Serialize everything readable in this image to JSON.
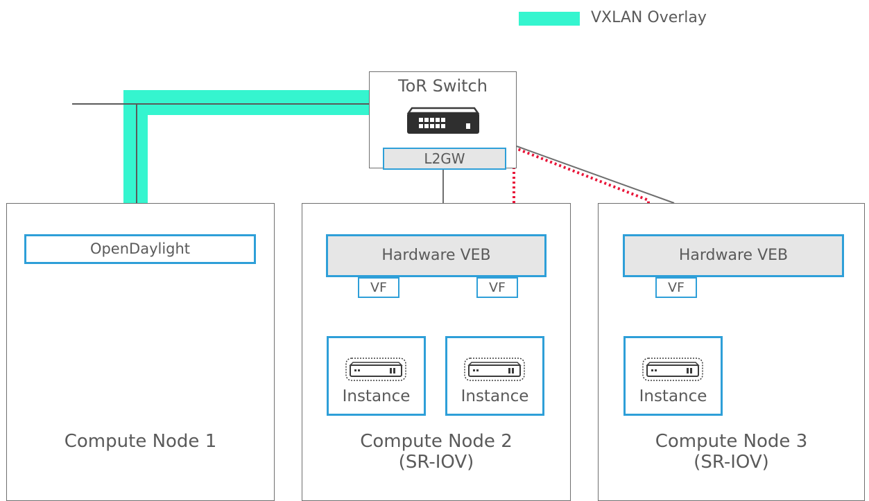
{
  "legend": {
    "label": "VXLAN Overlay",
    "color": "#35f5cf"
  },
  "tor_switch": {
    "title": "ToR Switch",
    "gateway_label": "L2GW",
    "icon": "network-switch-icon"
  },
  "nodes": [
    {
      "label_line1": "Compute Node 1",
      "label_line2": "",
      "controller_label": "OpenDaylight"
    },
    {
      "label_line1": "Compute Node 2",
      "label_line2": "(SR-IOV)",
      "veb_label": "Hardware VEB",
      "vf_labels": [
        "VF",
        "VF"
      ],
      "instance_labels": [
        "Instance",
        "Instance"
      ]
    },
    {
      "label_line1": "Compute Node 3",
      "label_line2": "(SR-IOV)",
      "veb_label": "Hardware VEB",
      "vf_labels": [
        "VF"
      ],
      "instance_labels": [
        "Instance"
      ]
    }
  ],
  "icons": {
    "instance": "server-icon"
  },
  "colors": {
    "box_border": "#2e9fd8",
    "box_fill_gray": "#e6e6e6",
    "vxlan": "#35f5cf",
    "dotted_link": "#e8173a",
    "wire": "#6e6e6e",
    "text": "#5a5a5a"
  }
}
